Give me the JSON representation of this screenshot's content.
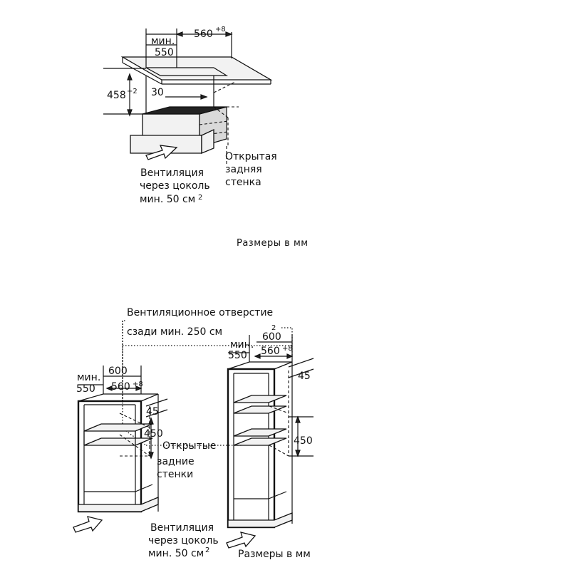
{
  "top": {
    "dim_min_label": "мин.",
    "dim_550": "550",
    "dim_560": "560",
    "dim_560_tol": "+8",
    "dim_458": "458",
    "dim_458_tol": "+2",
    "dim_30": "30",
    "open_back": [
      "Открытая",
      "задняя",
      "стенка"
    ],
    "vent": [
      "Вентиляция",
      "через цоколь",
      "мин. 50 см"
    ],
    "vent_sup": "2",
    "caption": "Размеры в мм"
  },
  "bottom": {
    "vent_hole": [
      "Вентиляционное отверстие",
      "сзади мин. 250 см"
    ],
    "vent_hole_sup": "2",
    "left": {
      "dim_600": "600",
      "dim_min_label": "мин.",
      "dim_550": "550",
      "dim_560": "560",
      "dim_560_tol": "+8",
      "dim_45": "45",
      "dim_450": "450",
      "open_backs": [
        "Открытые",
        "задние",
        "стенки"
      ]
    },
    "right": {
      "dim_600": "600",
      "dim_min_label": "мин.",
      "dim_550": "550",
      "dim_560": "560",
      "dim_560_tol": "+8",
      "dim_45": "45",
      "dim_450": "450"
    },
    "vent": [
      "Вентиляция",
      "через цоколь",
      "мин. 50 см"
    ],
    "vent_sup": "2",
    "caption": "Размеры в мм"
  }
}
